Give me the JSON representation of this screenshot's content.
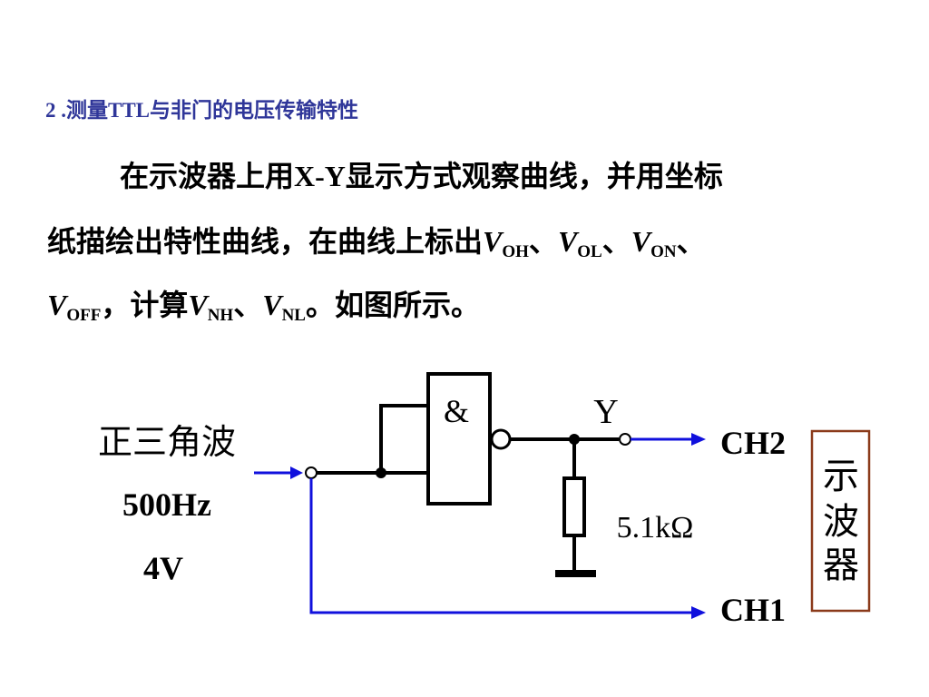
{
  "heading": {
    "number": "2 .",
    "part1": "测量",
    "ttl": "TTL",
    "part2": "与非门的电压传输特性"
  },
  "paragraph": {
    "line1_a": "在示波器上用",
    "line1_xy": "X-Y",
    "line1_b": "显示方式观察曲线，并用坐标",
    "line2_a": "纸描绘出特性曲线，在曲线上标出",
    "sep": "、",
    "comma_calc": "，计算",
    "period_end": "。如图所示。",
    "V": "V",
    "sub_OH": "OH",
    "sub_OL": "OL",
    "sub_ON": "ON",
    "sub_OFF": "OFF",
    "sub_NH": "NH",
    "sub_NL": "NL"
  },
  "diagram": {
    "input_label": "正三角波",
    "frequency": "500Hz",
    "amplitude": "4V",
    "gate_symbol": "&",
    "output_label": "Y",
    "resistor_label": "5.1kΩ",
    "ch2": "CH2",
    "ch1": "CH1",
    "oscilloscope": [
      "示",
      "波",
      "器"
    ]
  },
  "colors": {
    "heading": "#2f3699",
    "signal_wire": "#1010dd",
    "oscilloscope_border": "#8b3a1a",
    "circuit": "#000000"
  }
}
